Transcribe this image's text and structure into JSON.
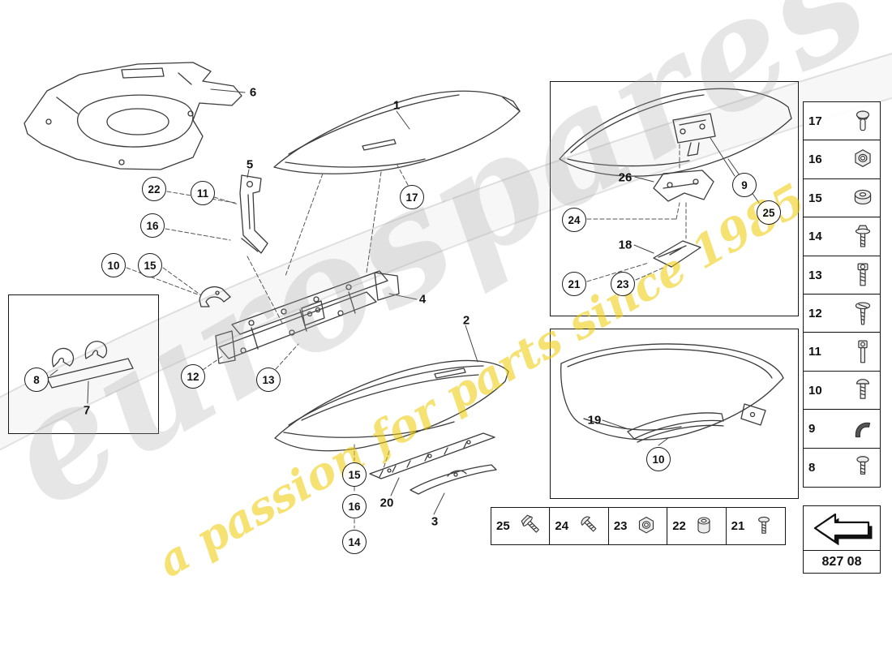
{
  "watermark": {
    "brand": "eurospares",
    "tagline": "a passion for parts since 1985"
  },
  "diagram": {
    "circled_callouts": [
      "22",
      "11",
      "16",
      "10",
      "15",
      "17",
      "12",
      "13",
      "8",
      "15",
      "16",
      "14",
      "24",
      "21",
      "23",
      "9",
      "25",
      "10"
    ],
    "plain_labels": [
      "6",
      "1",
      "5",
      "4",
      "2",
      "3",
      "20",
      "7",
      "26",
      "18",
      "19"
    ]
  },
  "legend_column": {
    "items": [
      {
        "number": "17",
        "icon": "rivet-icon"
      },
      {
        "number": "16",
        "icon": "hex-nut-icon"
      },
      {
        "number": "15",
        "icon": "grommet-icon"
      },
      {
        "number": "14",
        "icon": "stud-washer-icon"
      },
      {
        "number": "13",
        "icon": "socket-head-screw-icon"
      },
      {
        "number": "12",
        "icon": "oval-head-screw-icon"
      },
      {
        "number": "11",
        "icon": "cap-bolt-icon"
      },
      {
        "number": "10",
        "icon": "pan-head-screw-icon"
      },
      {
        "number": "9",
        "icon": "clip-icon"
      },
      {
        "number": "8",
        "icon": "small-screw-icon"
      }
    ]
  },
  "legend_row": {
    "items": [
      {
        "number": "25",
        "icon": "hex-bolt-icon"
      },
      {
        "number": "24",
        "icon": "pan-head-screw-icon"
      },
      {
        "number": "23",
        "icon": "hex-nut-icon"
      },
      {
        "number": "22",
        "icon": "spacer-icon"
      },
      {
        "number": "21",
        "icon": "small-screw-icon"
      }
    ]
  },
  "footer": {
    "part_group_code": "827 08"
  }
}
